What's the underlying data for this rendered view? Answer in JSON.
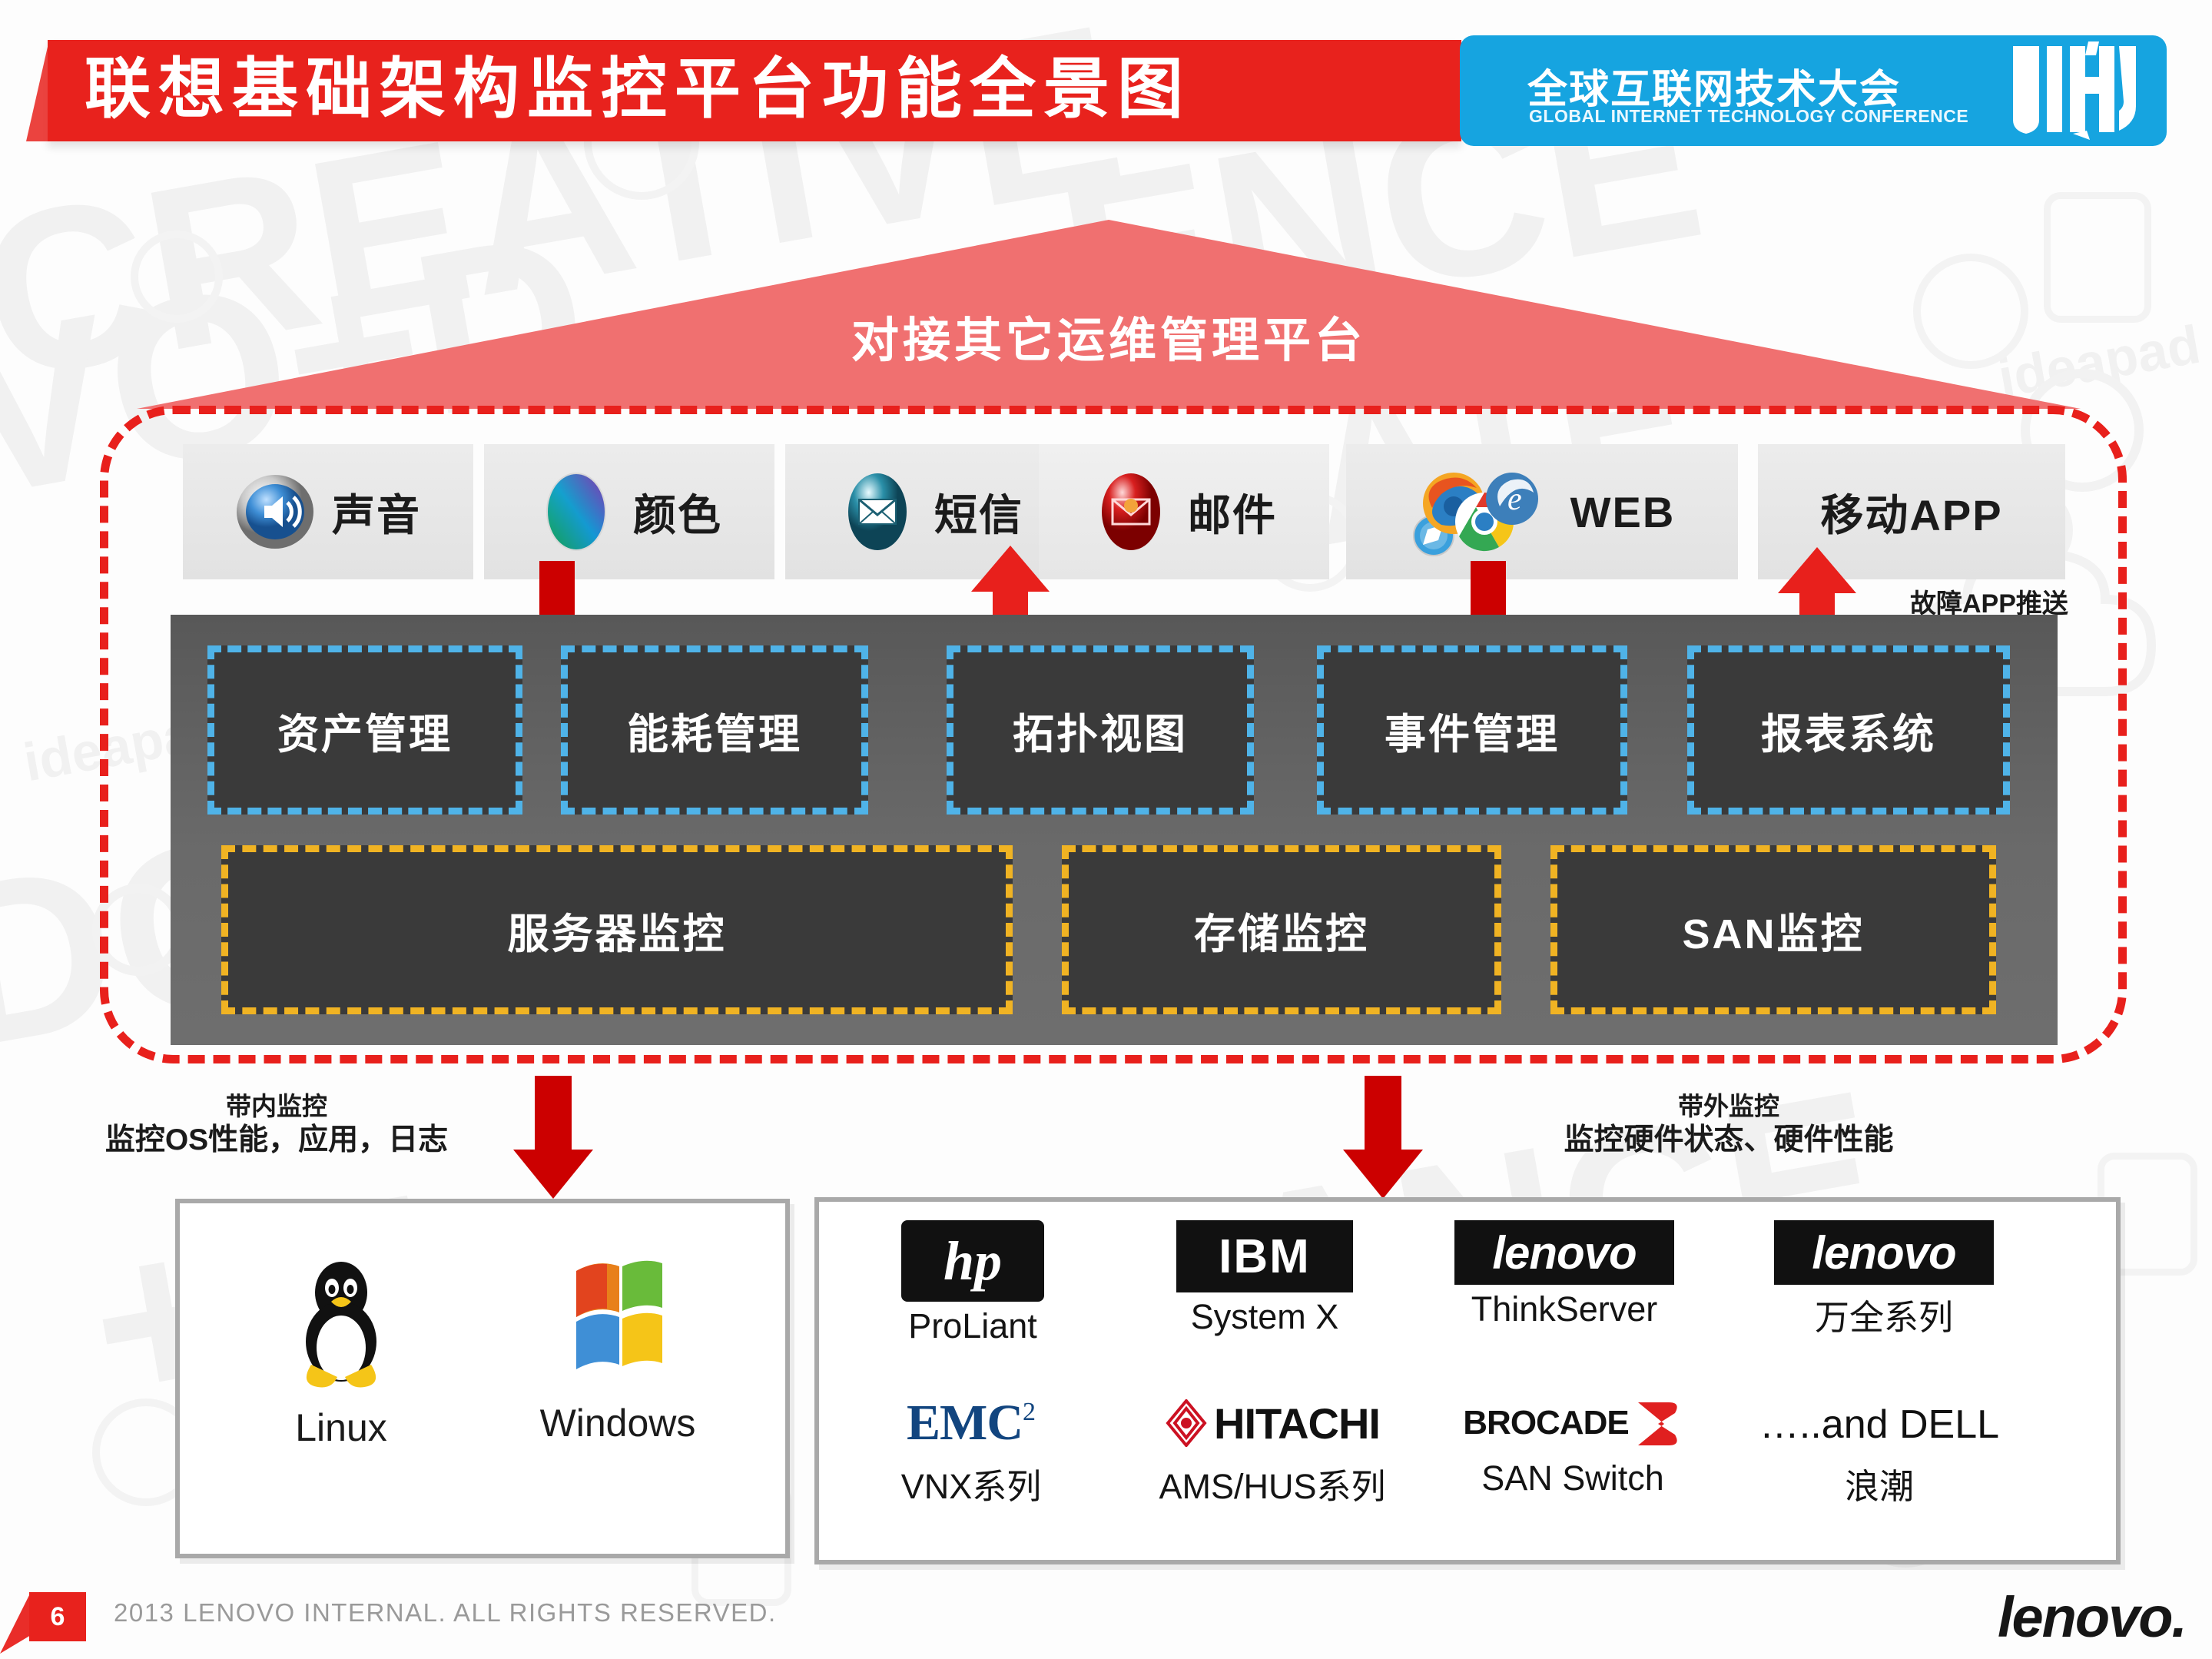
{
  "header": {
    "title": "联想基础架构监控平台功能全景图",
    "badge_cn": "全球互联网技术大会",
    "badge_en": "GLOBAL INTERNET TECHNOLOGY CONFERENCE",
    "badge_logo": "gitc-shield-logo",
    "bar_color": "#e8221d",
    "badge_color": "#16a4e0"
  },
  "top_banner": {
    "label": "对接其它运维管理平台",
    "color": "#f07070"
  },
  "channels": [
    {
      "label": "声音",
      "icon": "speaker-icon"
    },
    {
      "label": "颜色",
      "icon": "color-wheel-icon"
    },
    {
      "label": "短信",
      "icon": "sms-envelope-icon"
    },
    {
      "label": "邮件",
      "icon": "mail-envelope-icon"
    },
    {
      "label": "WEB",
      "icon": "browsers-icon"
    },
    {
      "label": "移动APP",
      "icon": "none"
    }
  ],
  "app_push_note": "故障APP推送",
  "platform": {
    "outline_color": "#e8201c",
    "panel_color": "#6a6a6a",
    "modules_upper": [
      {
        "label": "资产管理",
        "border": "#4fb3e8"
      },
      {
        "label": "能耗管理",
        "border": "#4fb3e8"
      },
      {
        "label": "拓扑视图",
        "border": "#4fb3e8"
      },
      {
        "label": "事件管理",
        "border": "#4fb3e8"
      },
      {
        "label": "报表系统",
        "border": "#4fb3e8"
      }
    ],
    "modules_lower": [
      {
        "label": "服务器监控",
        "border": "#f0b323"
      },
      {
        "label": "存储监控",
        "border": "#f0b323"
      },
      {
        "label": "SAN监控",
        "border": "#f0b323"
      }
    ]
  },
  "captions": {
    "inband": {
      "line1": "带内监控",
      "line2": "监控OS性能，应用，日志"
    },
    "outband": {
      "line1": "带外监控",
      "line2": "监控硬件状态、硬件性能"
    }
  },
  "os_box": [
    {
      "label": "Linux",
      "icon": "linux-penguin-icon"
    },
    {
      "label": "Windows",
      "icon": "windows-flag-icon"
    }
  ],
  "hardware_box": {
    "row1": [
      {
        "logo": "hp-logo",
        "logo_text": "hp",
        "name": "ProLiant"
      },
      {
        "logo": "ibm-logo",
        "logo_text": "IBM",
        "name": "System X"
      },
      {
        "logo": "lenovo-logo",
        "logo_text": "lenovo",
        "name": "ThinkServer"
      },
      {
        "logo": "lenovo-logo",
        "logo_text": "lenovo",
        "name": "万全系列"
      }
    ],
    "row2": [
      {
        "logo": "emc-logo",
        "logo_text": "EMC",
        "name": "VNX系列"
      },
      {
        "logo": "hitachi-logo",
        "logo_text": "HITACHI",
        "name": "AMS/HUS系列"
      },
      {
        "logo": "brocade-logo",
        "logo_text": "BROCADE",
        "name": "SAN Switch"
      },
      {
        "logo": "none",
        "logo_text": "…..and DELL",
        "name": "浪潮"
      }
    ]
  },
  "footer": {
    "page_number": "6",
    "copyright": "2013 LENOVO  INTERNAL.  ALL RIGHTS  RESERVED.",
    "brand": "lenovo."
  }
}
